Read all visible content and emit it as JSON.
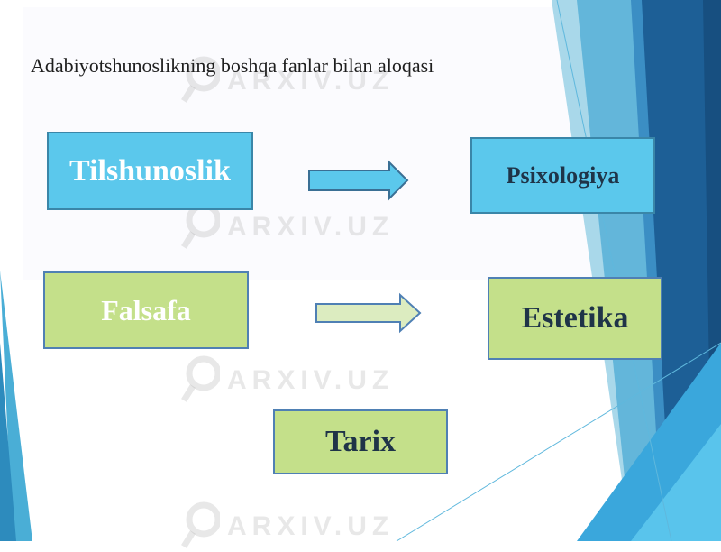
{
  "slide": {
    "title": "Adabiyotshunoslikning boshqa fanlar bilan aloqasi"
  },
  "boxes": {
    "tilshunoslik": "Tilshunoslik",
    "psixologiya": "Psixologiya",
    "falsafa": "Falsafa",
    "estetika": "Estetika",
    "tarix": "Tarix"
  },
  "watermark": "ARXIV.UZ",
  "colors": {
    "blue_box": "#5bc8ec",
    "green_box": "#c4e08a",
    "accent_blue": "#1f78b4"
  }
}
